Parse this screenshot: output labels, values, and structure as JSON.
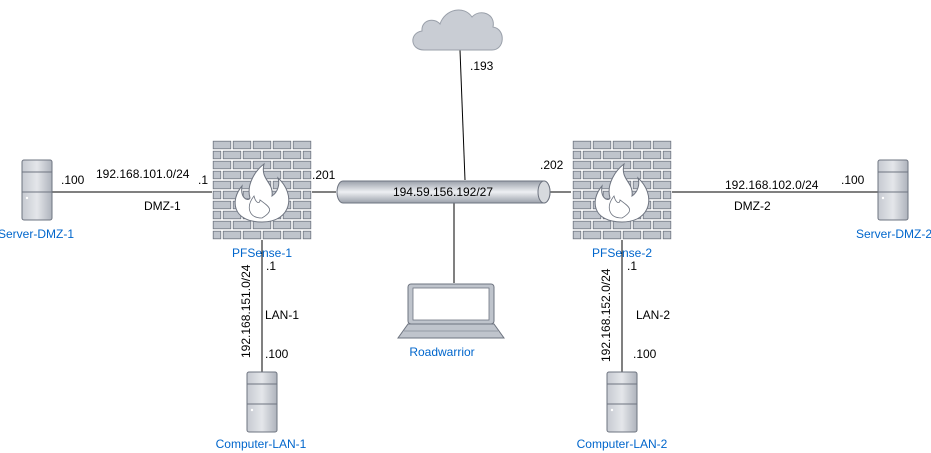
{
  "colors": {
    "device_label": "#0066CC",
    "icon_fill": "#BFC4CC",
    "icon_stroke": "#6E7480",
    "cloud_fill": "#C9CDD4",
    "wire": "#000000"
  },
  "network": {
    "wan_subnet": "194.59.156.192/27",
    "cloud_suffix": ".193",
    "fw1_wan_suffix": ".201",
    "fw2_wan_suffix": ".202"
  },
  "left": {
    "firewall": "PFSense-1",
    "dmz": {
      "subnet": "192.168.101.0/24",
      "gw_suffix": ".1",
      "host_suffix": ".100",
      "name": "DMZ-1",
      "server": "Server-DMZ-1"
    },
    "lan": {
      "subnet": "192.168.151.0/24",
      "gw_suffix": ".1",
      "host_suffix": ".100",
      "name": "LAN-1",
      "computer": "Computer-LAN-1"
    }
  },
  "right": {
    "firewall": "PFSense-2",
    "dmz": {
      "subnet": "192.168.102.0/24",
      "host_suffix": ".100",
      "name": "DMZ-2",
      "server": "Server-DMZ-2"
    },
    "lan": {
      "subnet": "192.168.152.0/24",
      "gw_suffix": ".1",
      "host_suffix": ".100",
      "name": "LAN-2",
      "computer": "Computer-LAN-2"
    }
  },
  "roadwarrior": "Roadwarrior"
}
